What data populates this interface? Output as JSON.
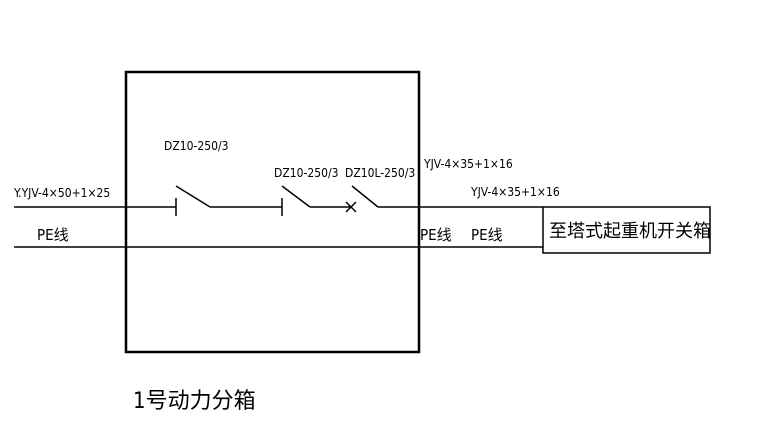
{
  "labels": {
    "incoming_cable": "Y.YJV-4×50+1×25",
    "breaker_main": "DZ10-250/3",
    "breaker_2": "DZ10-250/3",
    "breaker_3": "DZ10L-250/3",
    "outgoing_cable_1": "YJV-4×35+1×16",
    "outgoing_cable_2": "YJV-4×35+1×16",
    "pe_left": "PE线",
    "pe_right_1": "PE线",
    "pe_right_2": "PE线",
    "destination_box": "至塔式起重机开关箱",
    "panel_title": "1号动力分箱"
  }
}
